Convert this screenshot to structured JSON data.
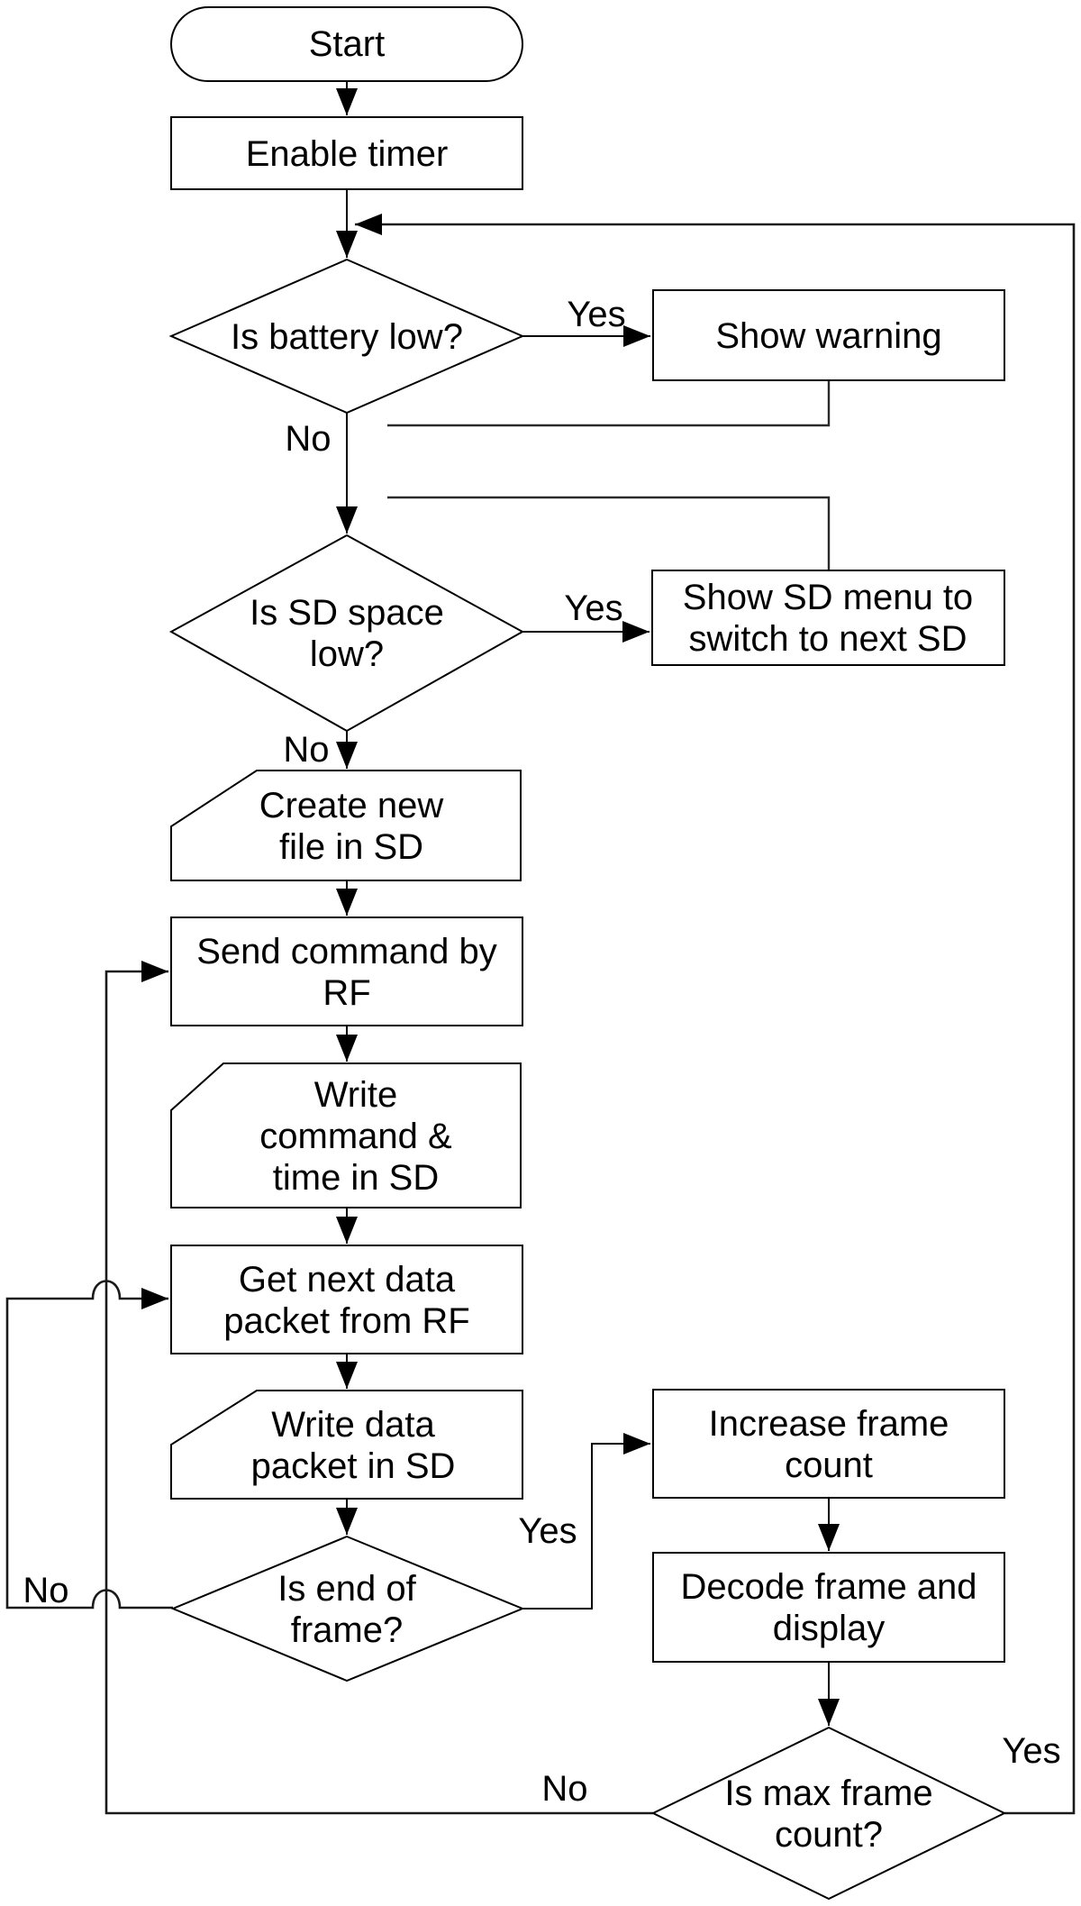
{
  "figure": {
    "background_color": "#ffffff",
    "line_color": "#000000",
    "text_color": "#000000"
  },
  "nodes": {
    "start": {
      "type": "terminator",
      "lines": [
        "Start"
      ]
    },
    "enable_timer": {
      "type": "process",
      "lines": [
        "Enable timer"
      ]
    },
    "battery_check": {
      "type": "decision",
      "lines": [
        "Is battery low?"
      ]
    },
    "show_warning": {
      "type": "process",
      "lines": [
        "Show warning"
      ]
    },
    "sd_space_check": {
      "type": "decision",
      "lines": [
        "Is SD space",
        "low?"
      ]
    },
    "show_sd_menu": {
      "type": "process",
      "lines": [
        "Show SD menu to",
        "switch to next SD"
      ]
    },
    "create_new_file": {
      "type": "data-input",
      "lines": [
        "Create new",
        "file in SD"
      ]
    },
    "send_command": {
      "type": "process",
      "lines": [
        "Send command by",
        "RF"
      ]
    },
    "write_command": {
      "type": "data-input",
      "lines": [
        "Write",
        "command &",
        "time in SD"
      ]
    },
    "get_next_packet": {
      "type": "process",
      "lines": [
        "Get next data",
        "packet from RF"
      ]
    },
    "write_data_packet": {
      "type": "data-input",
      "lines": [
        "Write data",
        "packet in SD"
      ]
    },
    "end_of_frame_check": {
      "type": "decision",
      "lines": [
        "Is end of",
        "frame?"
      ]
    },
    "increase_frame_count": {
      "type": "process",
      "lines": [
        "Increase frame",
        "count"
      ]
    },
    "decode_frame": {
      "type": "process",
      "lines": [
        "Decode frame and",
        "display"
      ]
    },
    "max_frame_check": {
      "type": "decision",
      "lines": [
        "Is max frame",
        "count?"
      ]
    }
  },
  "edge_labels": {
    "battery_yes": "Yes",
    "battery_no": "No",
    "sd_yes": "Yes",
    "sd_no": "No",
    "end_of_frame_yes": "Yes",
    "end_of_frame_no": "No",
    "max_frame_yes": "Yes",
    "max_frame_no": "No"
  }
}
